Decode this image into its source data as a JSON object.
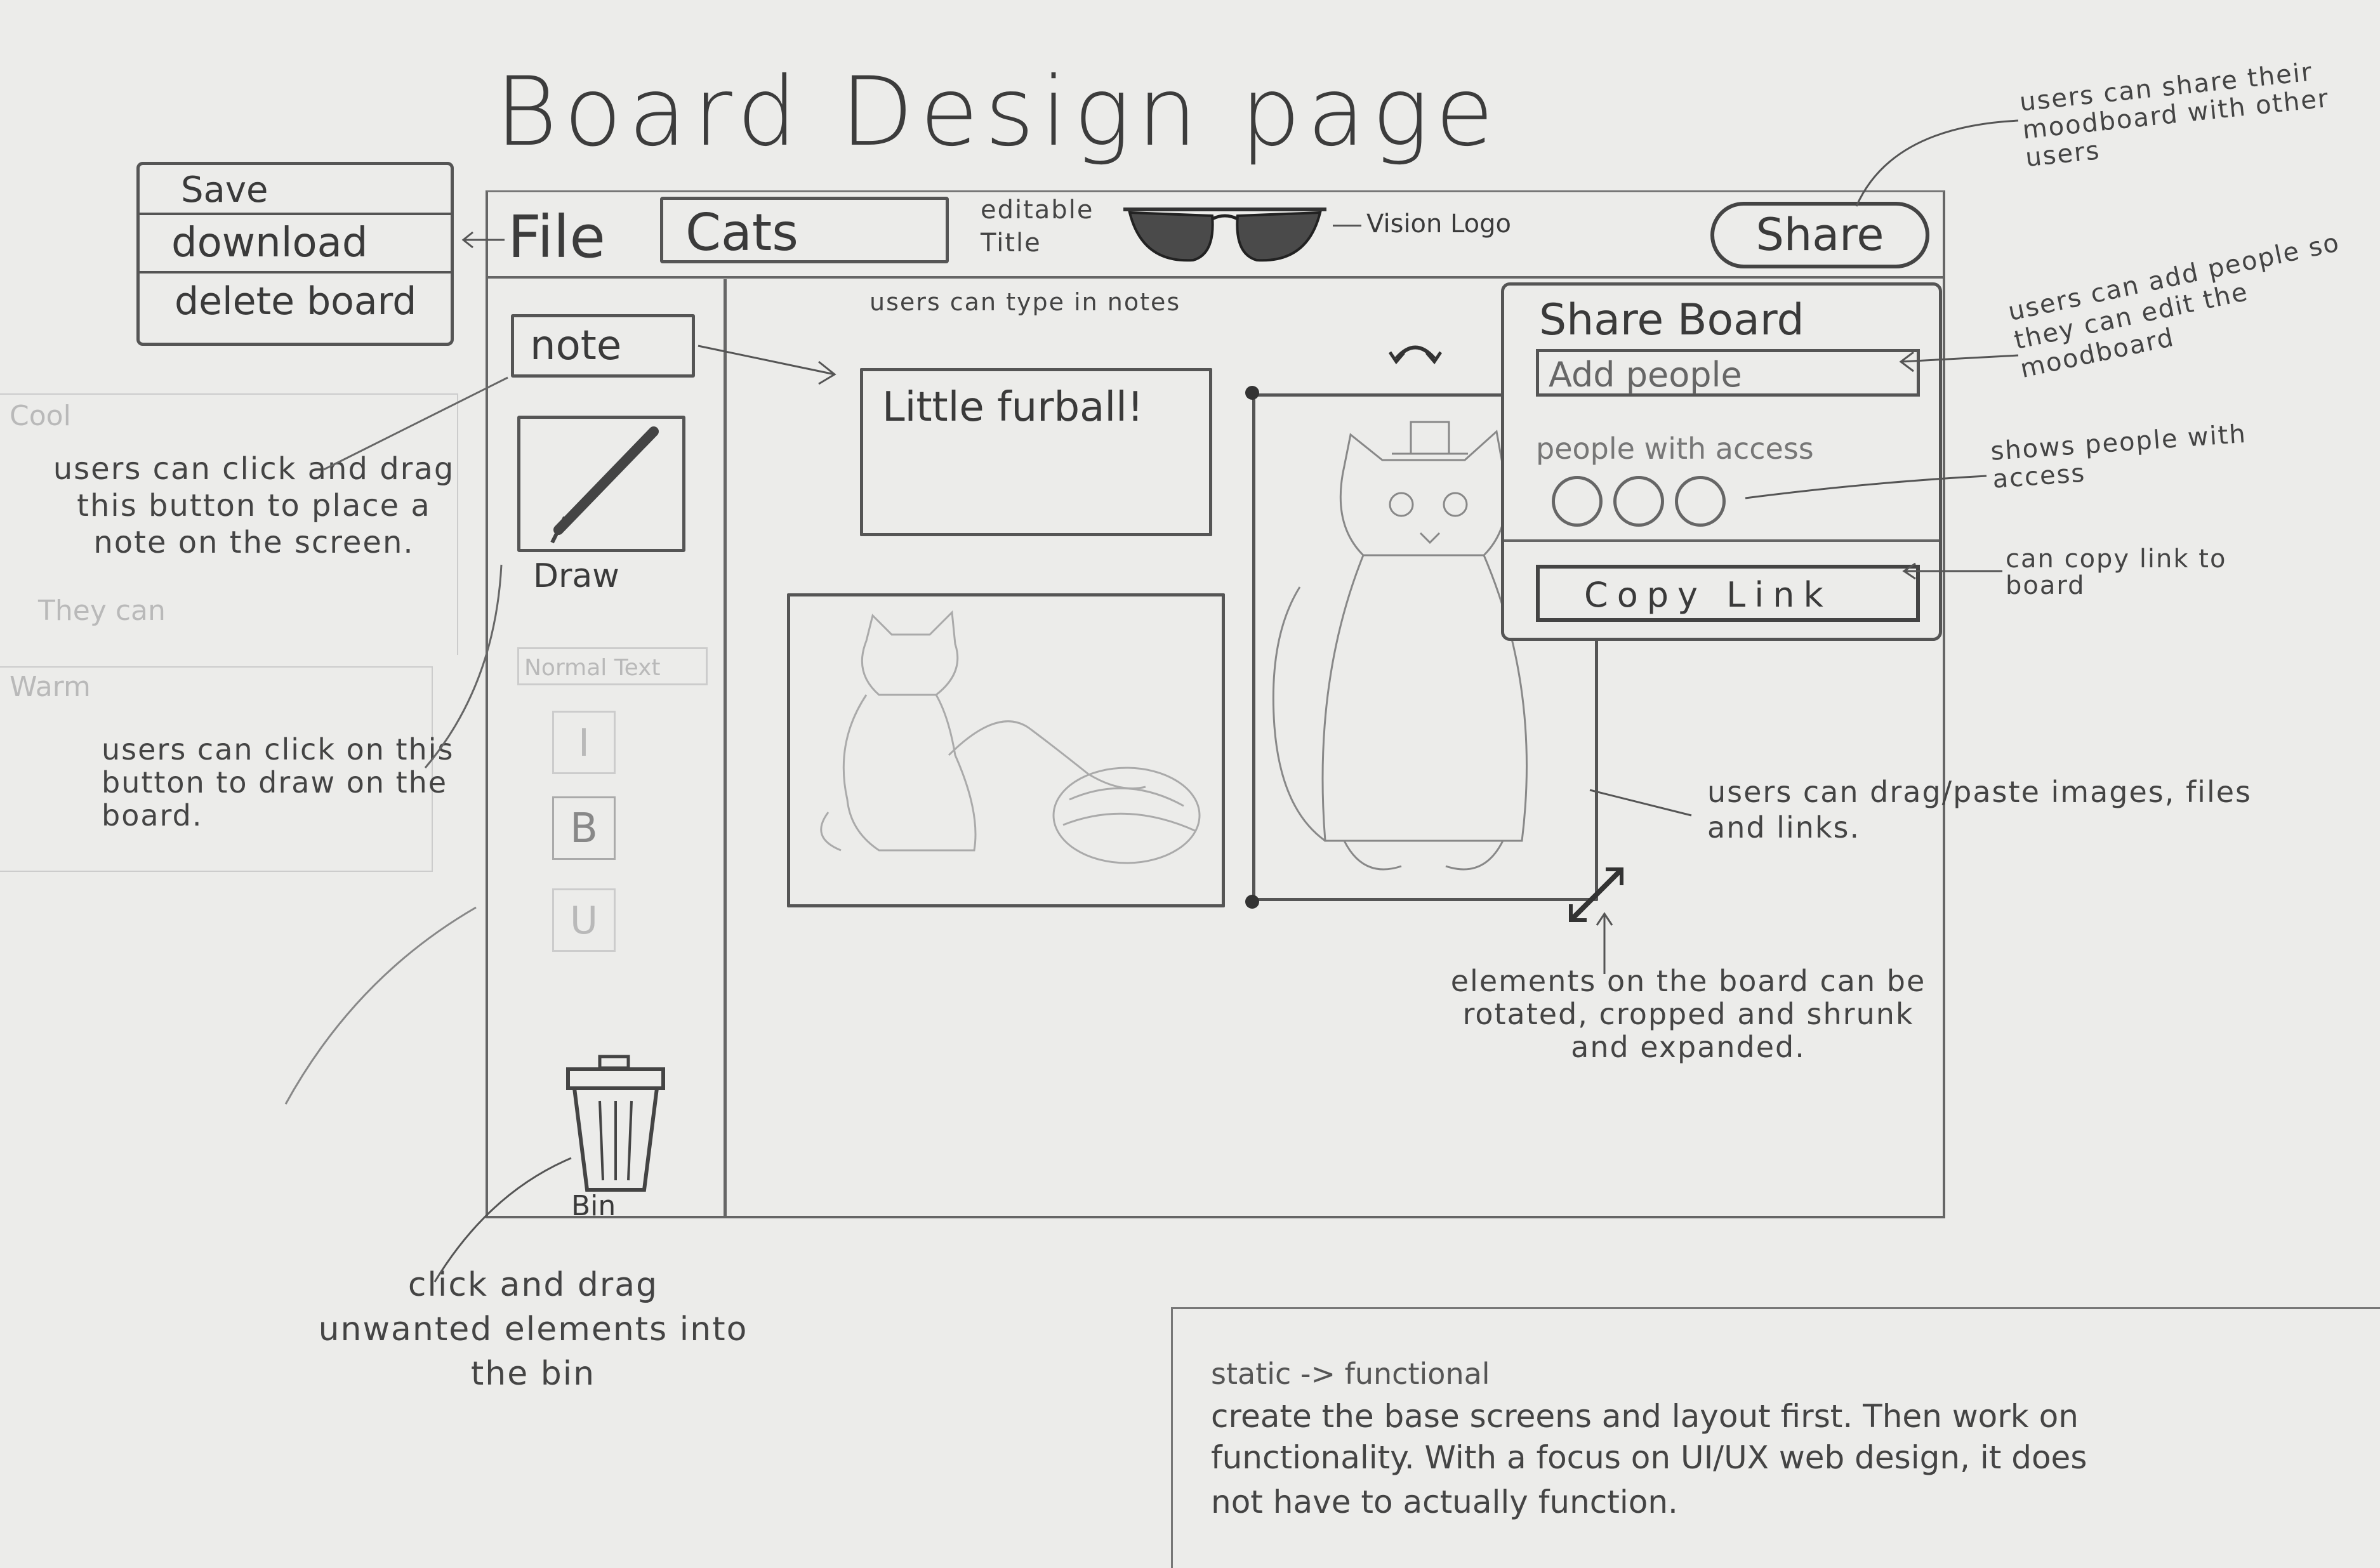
{
  "page": {
    "title": "Board Design page"
  },
  "file_menu": {
    "label": "File",
    "items": [
      "Save",
      "download",
      "delete board"
    ]
  },
  "board_title": {
    "value": "Cats",
    "caption": "editable Title"
  },
  "logo": {
    "caption": "Vision Logo"
  },
  "share_button": {
    "label": "Share"
  },
  "share_panel": {
    "title": "Share Board",
    "add_people_placeholder": "Add people",
    "people_label": "people with access",
    "copy_link_label": "Copy Link"
  },
  "toolbar": {
    "note_button": "note",
    "draw_label": "Draw",
    "font_select": "Normal Text",
    "italic": "I",
    "bold": "B",
    "underline": "U",
    "bin_label": "Bin"
  },
  "canvas": {
    "note_text": "Little furball!",
    "note_caption": "users can type in notes"
  },
  "palettes": {
    "cool": "Cool",
    "warm": "Warm",
    "faint_text": "They can"
  },
  "annotations": {
    "share": "users can share their moodboard with other users",
    "add_people": "users can add people so they can edit the moodboard",
    "shows_people": "shows people with access",
    "copy_link": "can copy link to board",
    "note_drag": "users can click and drag this button to place a note on the screen.",
    "draw": "users can click on this button to draw on the board.",
    "images": "users can drag/paste images, files and links.",
    "resize": "elements on the board can be rotated, cropped and shrunk and expanded.",
    "bin": "click and drag unwanted elements into the bin"
  },
  "footer_note": {
    "line1": "static -> functional",
    "line2": "create the base screens and layout first. Then work on",
    "line3": "functionality. With a focus on UI/UX web design, it does",
    "line4": "not have to actually function."
  }
}
